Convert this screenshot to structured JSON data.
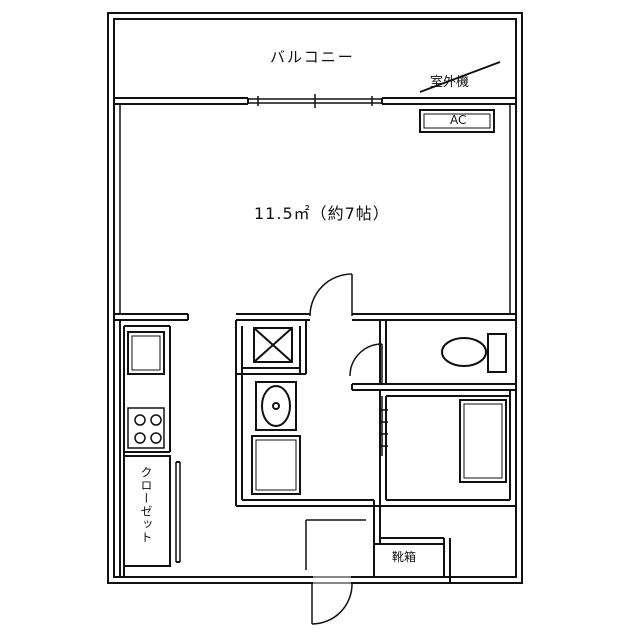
{
  "floor_plan": {
    "balcony_label": "バルコニー",
    "outdoor_unit_label": "室外機",
    "ac_label": "AC",
    "room_area_label": "11.5㎡（約7帖）",
    "closet_label": "クローゼット",
    "shoe_box_label": "靴箱"
  },
  "colors": {
    "line": "#111111",
    "background": "#ffffff"
  }
}
